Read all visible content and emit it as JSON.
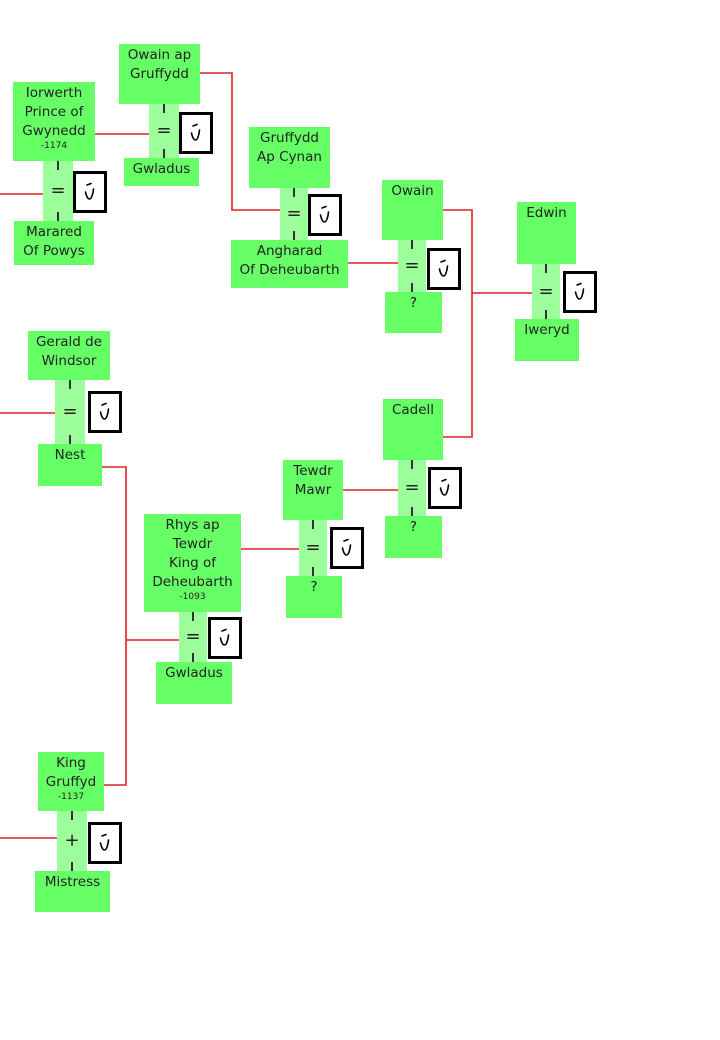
{
  "chart_data": {
    "type": "family-tree",
    "people": [
      {
        "id": "owain_ap_gruffydd",
        "name": "Owain ap\nGruffydd"
      },
      {
        "id": "gwladus_1",
        "name": "Gwladus"
      },
      {
        "id": "iorwerth",
        "name": "Iorwerth\nPrince of\nGwynedd",
        "years": "-1174"
      },
      {
        "id": "marared",
        "name": "Marared\nOf Powys"
      },
      {
        "id": "gruffydd_ap_cynan",
        "name": "Gruffydd\nAp Cynan"
      },
      {
        "id": "angharad",
        "name": "Angharad\nOf Deheubarth"
      },
      {
        "id": "owain",
        "name": "Owain"
      },
      {
        "id": "unknown_1",
        "name": "?"
      },
      {
        "id": "edwin",
        "name": "Edwin"
      },
      {
        "id": "iweryd",
        "name": "Iweryd"
      },
      {
        "id": "gerald",
        "name": "Gerald de\nWindsor"
      },
      {
        "id": "nest",
        "name": "Nest"
      },
      {
        "id": "cadell",
        "name": "Cadell"
      },
      {
        "id": "unknown_2",
        "name": "?"
      },
      {
        "id": "tewdr_mawr",
        "name": "Tewdr\nMawr"
      },
      {
        "id": "unknown_3",
        "name": "?"
      },
      {
        "id": "rhys",
        "name": "Rhys ap\nTewdr\nKing of\nDeheubarth",
        "years": "-1093"
      },
      {
        "id": "gwladus_2",
        "name": "Gwladus"
      },
      {
        "id": "king_gruffyd",
        "name": "King\nGruffyd",
        "years": "-1137"
      },
      {
        "id": "mistress",
        "name": "Mistress"
      }
    ],
    "unions": [
      {
        "a": "owain_ap_gruffydd",
        "b": "gwladus_1",
        "symbol": "="
      },
      {
        "a": "iorwerth",
        "b": "marared",
        "symbol": "="
      },
      {
        "a": "gruffydd_ap_cynan",
        "b": "angharad",
        "symbol": "="
      },
      {
        "a": "owain",
        "b": "unknown_1",
        "symbol": "="
      },
      {
        "a": "edwin",
        "b": "iweryd",
        "symbol": "="
      },
      {
        "a": "gerald",
        "b": "nest",
        "symbol": "="
      },
      {
        "a": "cadell",
        "b": "unknown_2",
        "symbol": "="
      },
      {
        "a": "tewdr_mawr",
        "b": "unknown_3",
        "symbol": "="
      },
      {
        "a": "rhys",
        "b": "gwladus_2",
        "symbol": "="
      },
      {
        "a": "king_gruffyd",
        "b": "mistress",
        "symbol": "+"
      }
    ]
  }
}
